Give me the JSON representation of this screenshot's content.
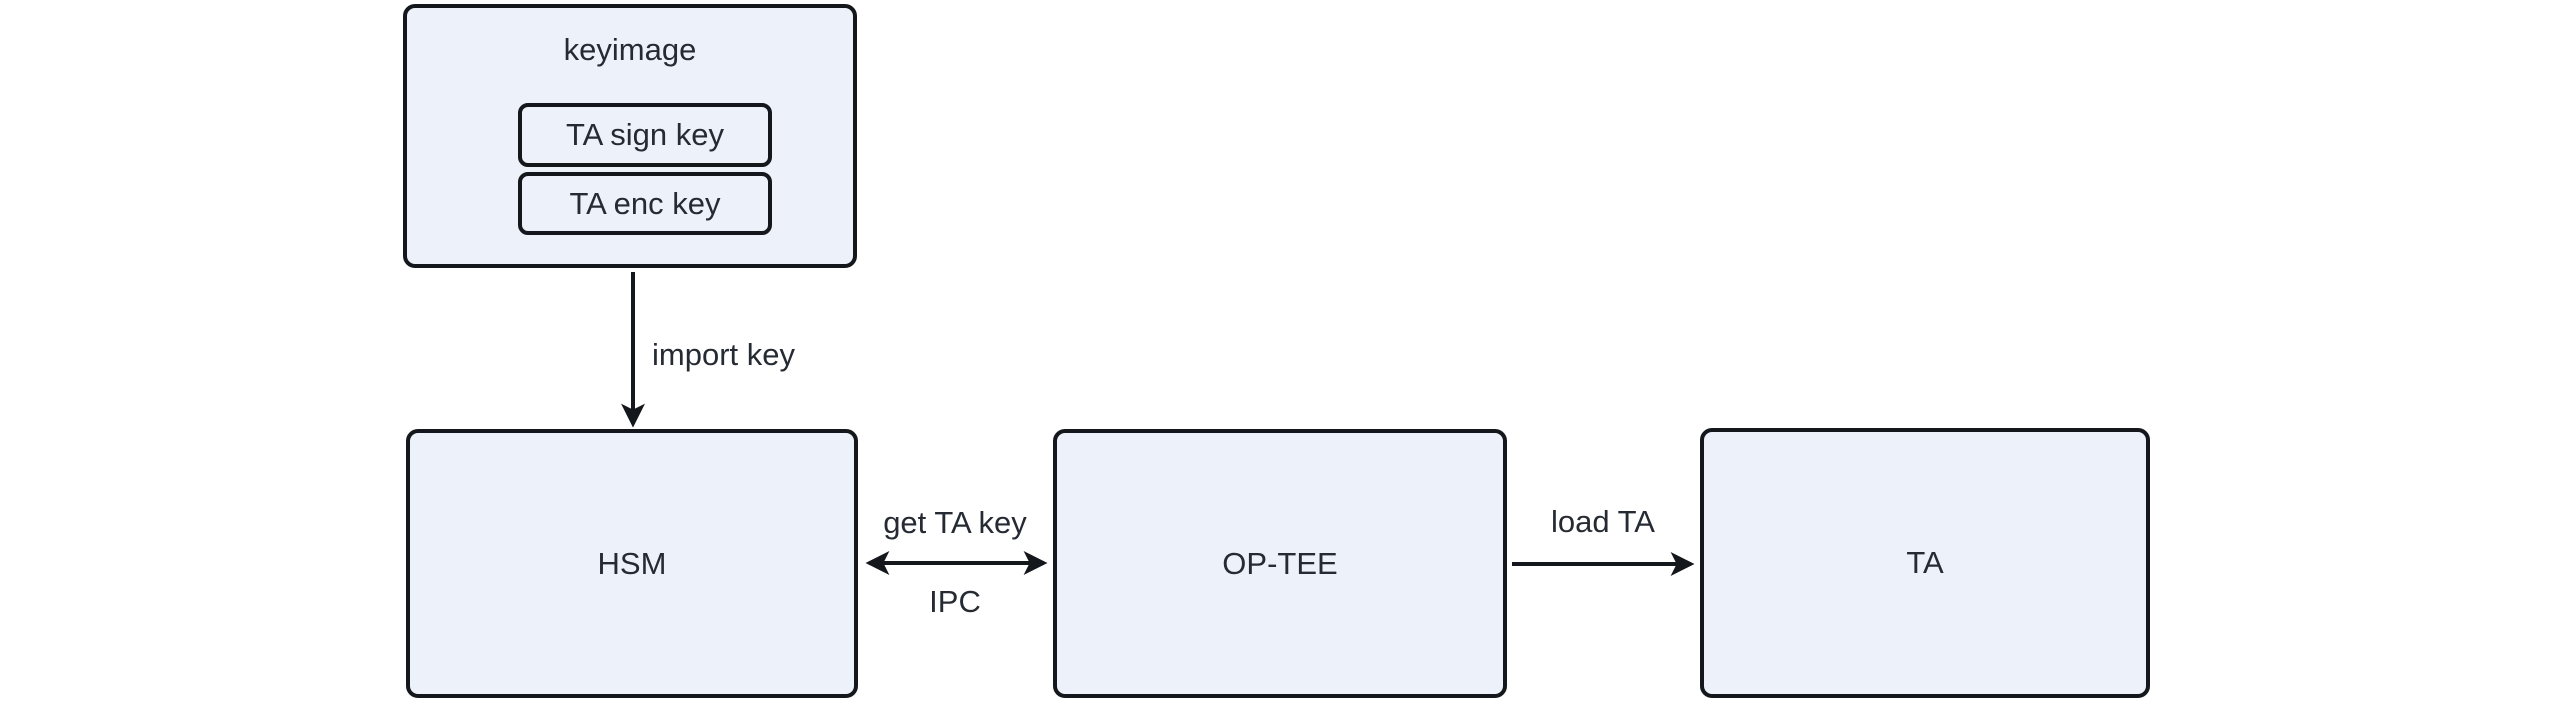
{
  "diagram": {
    "cluster": {
      "label": "keyimage",
      "children": [
        {
          "label": "TA sign key"
        },
        {
          "label": "TA enc key"
        }
      ]
    },
    "nodes": [
      {
        "id": "hsm",
        "label": "HSM"
      },
      {
        "id": "op-tee",
        "label": "OP-TEE"
      },
      {
        "id": "ta",
        "label": "TA"
      }
    ],
    "edges": [
      {
        "from": "keyimage",
        "to": "HSM",
        "label": "import key",
        "arrow": "single-down"
      },
      {
        "from": "HSM",
        "to": "OP-TEE",
        "label_top": "get TA key",
        "label_bottom": "IPC",
        "arrow": "double-horizontal"
      },
      {
        "from": "OP-TEE",
        "to": "TA",
        "label": "load TA",
        "arrow": "single-right"
      }
    ],
    "colors": {
      "node_fill": "#ECF1FA",
      "node_border": "#14171C",
      "line": "#14171C",
      "text": "#262B33",
      "background": "#FFFFFF"
    }
  }
}
